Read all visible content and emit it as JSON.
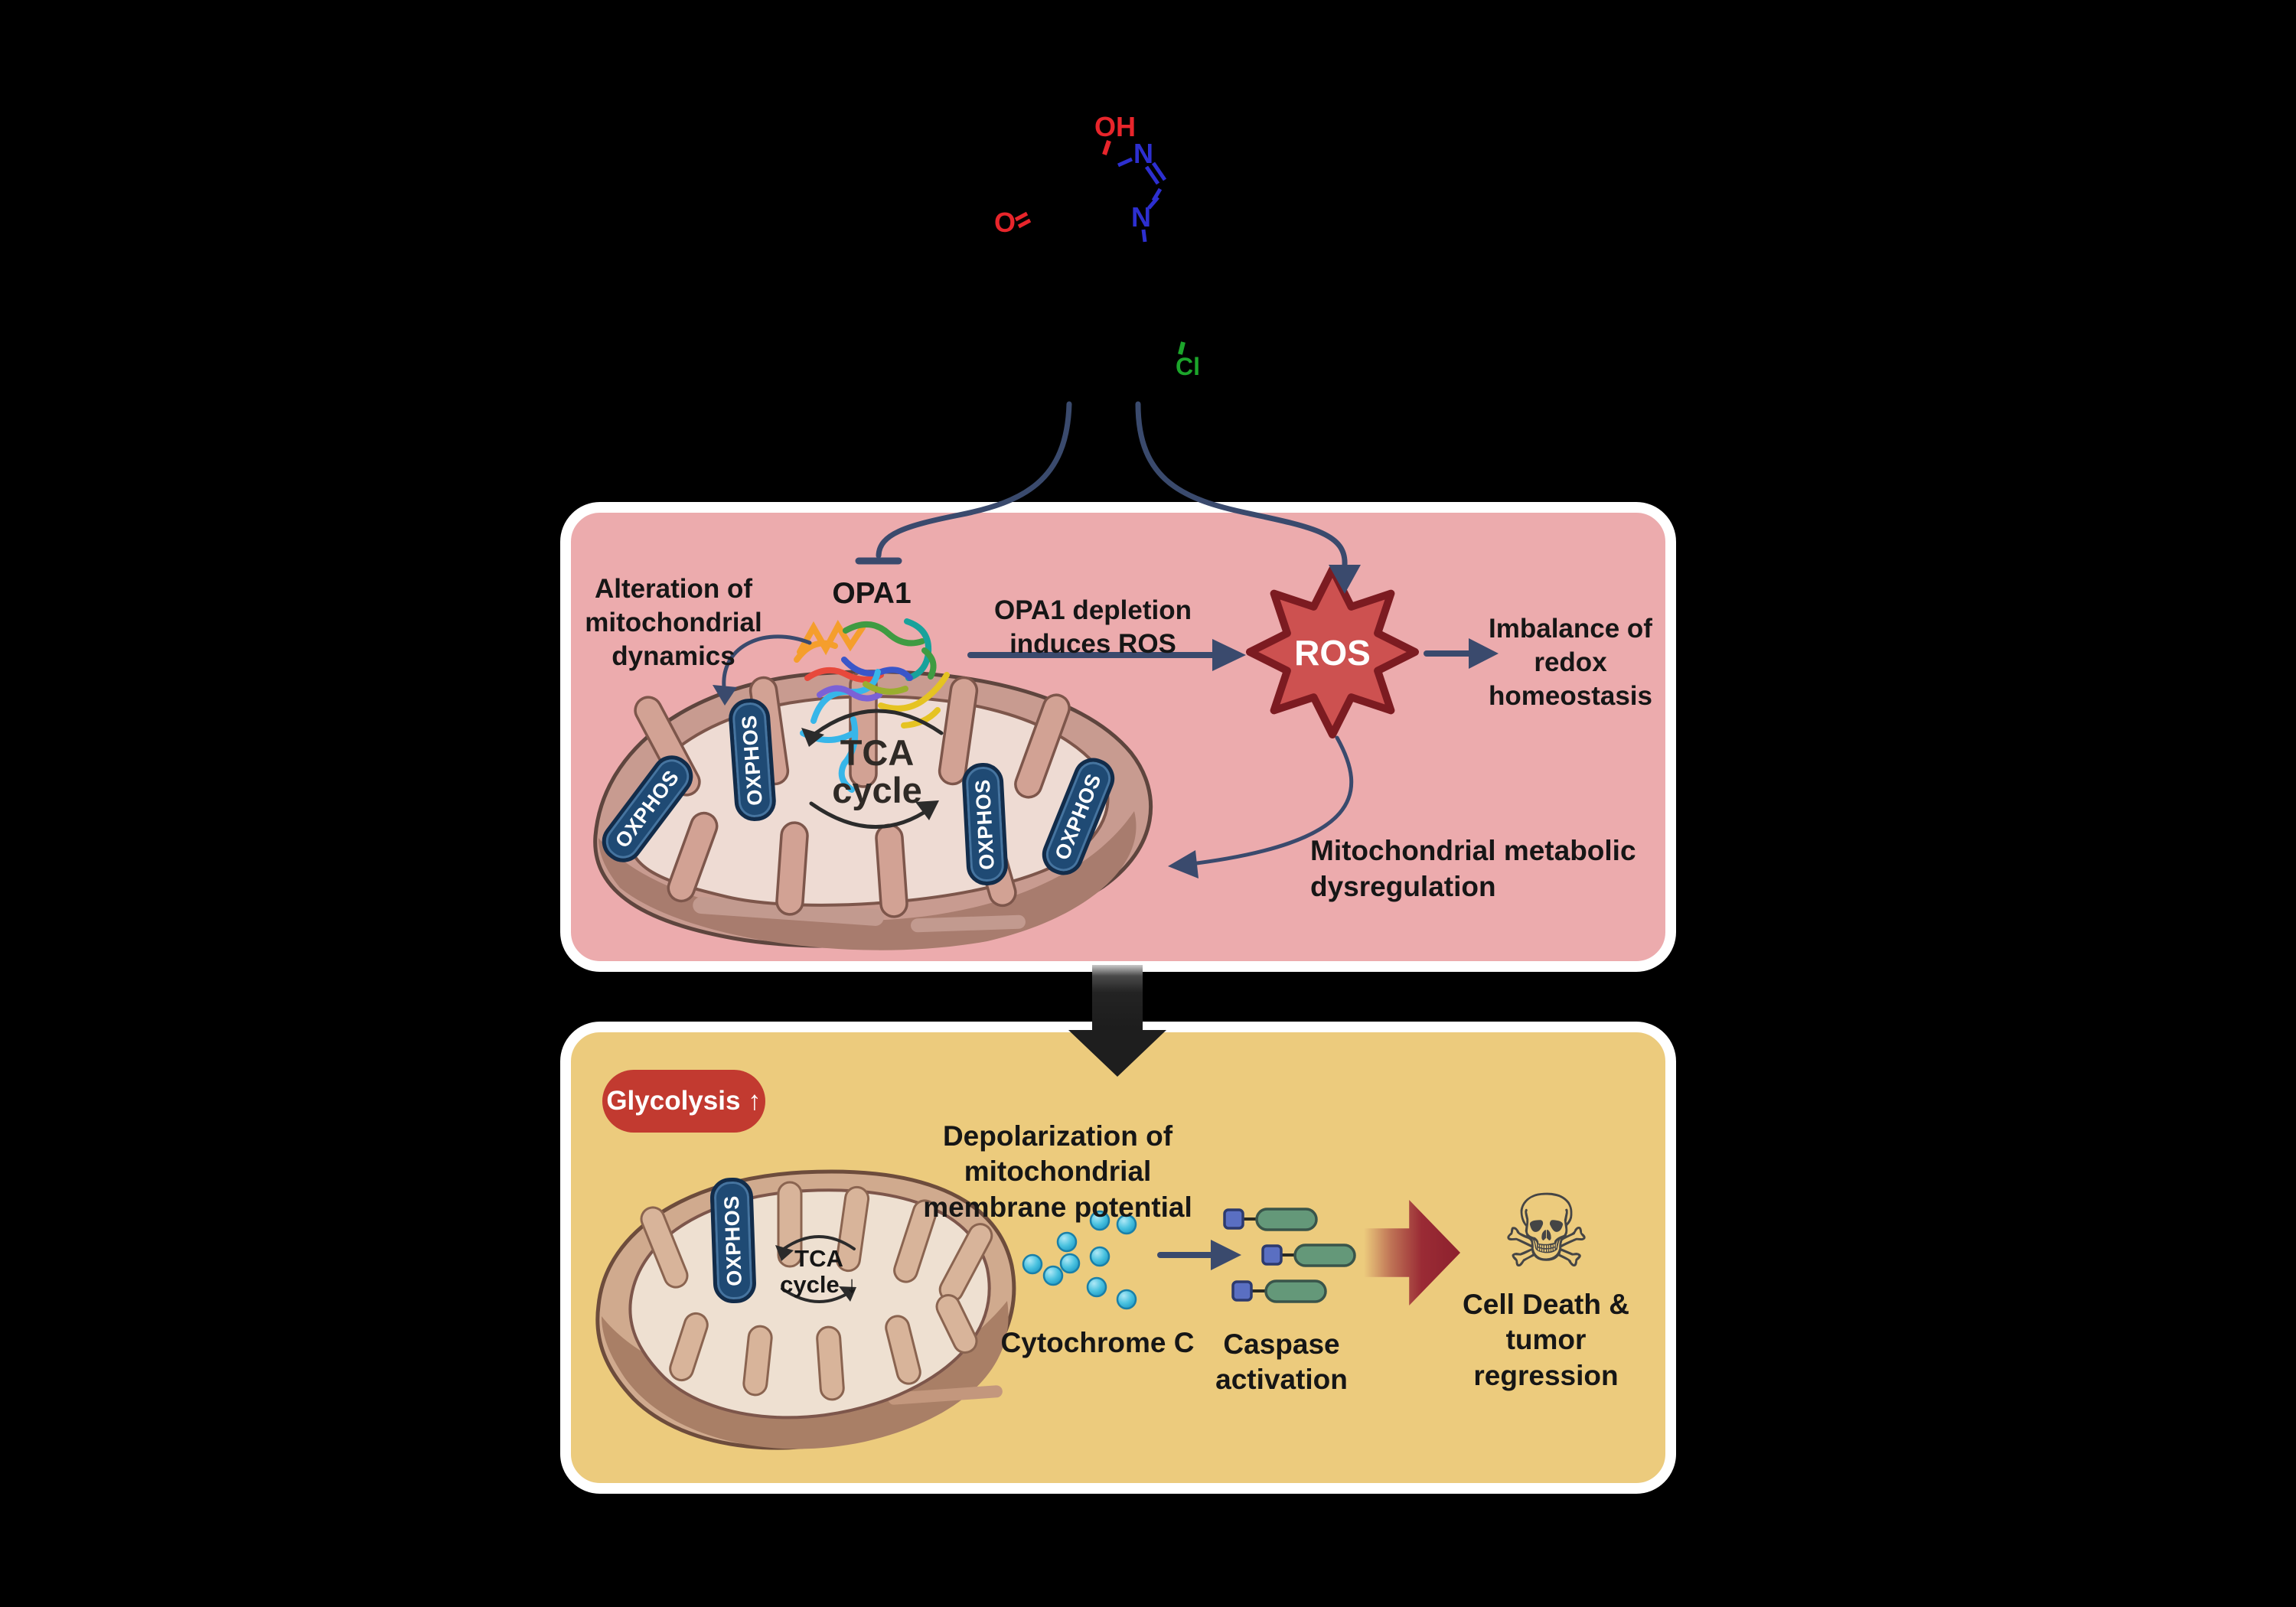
{
  "molecule": {
    "hydroxyl_label": "OH",
    "ketone_oxygen_label": "O",
    "nitrogen_top_label": "N",
    "nitrogen_bottom_label": "N",
    "chlorine_label": "Cl"
  },
  "pink_panel": {
    "alteration_label": "Alteration of\nmitochondrial\ndynamics",
    "opa1_label": "OPA1",
    "depletion_label": "OPA1 depletion\ninduces ROS",
    "ros_label": "ROS",
    "imbalance_label": "Imbalance of\nredox\nhomeostasis",
    "dysregulation_label": "Mitochondrial metabolic\ndysregulation",
    "tca_label": "TCA\ncycle",
    "oxphos_pills": [
      "OXPHOS",
      "OXPHOS",
      "OXPHOS",
      "OXPHOS"
    ]
  },
  "yellow_panel": {
    "glycolysis_badge": "Glycolysis ↑",
    "depolarization_label": "Depolarization of mitochondrial\nmembrane potential",
    "tca_label": "TCA\ncycle ↓",
    "oxphos_pills": [
      "OXPHOS"
    ],
    "cytochrome_label": "Cytochrome C",
    "caspase_label": "Caspase\nactivation",
    "cell_death_label": "Cell Death &\ntumor regression",
    "skull_icon": "☠"
  },
  "colors": {
    "background": "#000000",
    "pink_panel": "#ecabad",
    "yellow_panel": "#eccb7d",
    "panel_border": "#ffffff",
    "arrow_navy": "#3a4a6d",
    "ros_fill": "#cd5150",
    "ros_outline": "#7c1b21",
    "oxphos_pill_navy": "#1f4a74",
    "badge_red": "#c23a30",
    "caspase_green": "#649879",
    "caspase_blue": "#5a6fc2",
    "cytochrome_cyan": "#35b0d9",
    "block_arrow_red": "#9a2b35",
    "block_arrow_black": "#1e1e1e",
    "skull_gray": "#454545",
    "text_black": "#161616",
    "molecule_red": "#e8252b",
    "molecule_blue": "#2d2fd0",
    "molecule_green": "#1ca52b"
  }
}
